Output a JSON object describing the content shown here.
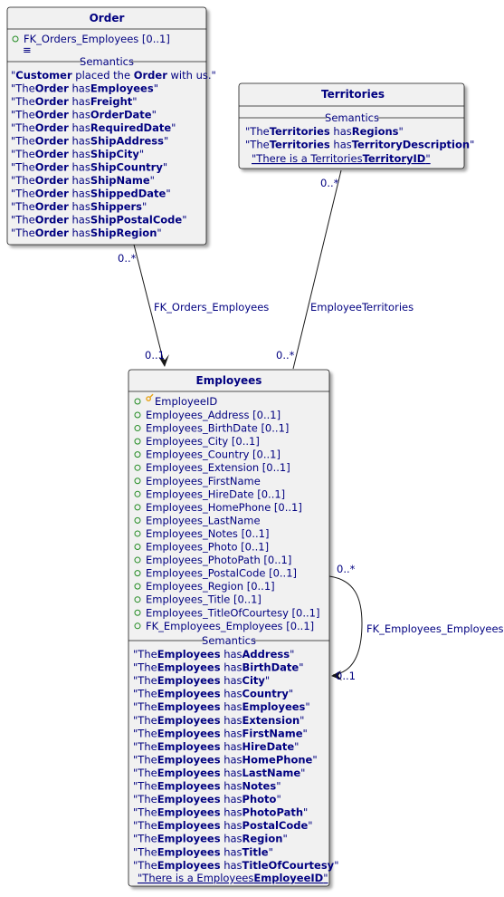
{
  "colors": {
    "entity_fill": "#F1F1F1",
    "entity_stroke": "#181818",
    "text": "#000080",
    "edge": "#181818",
    "key_icon": "#E8A317",
    "field_circle": "#228B22"
  },
  "entities": {
    "order": {
      "title": "Order",
      "fields": [
        "FK_Orders_Employees [0..1]"
      ],
      "separator_glyph": "≡",
      "semantics_label": "Semantics",
      "semantics": [
        [
          {
            "t": "\"",
            "b": false
          },
          {
            "t": "Customer",
            "b": true
          },
          {
            "t": " placed the ",
            "b": false
          },
          {
            "t": "Order",
            "b": true
          },
          {
            "t": " with us.\"",
            "b": false
          }
        ],
        [
          {
            "t": "\"The",
            "b": false
          },
          {
            "t": "Order",
            "b": true
          },
          {
            "t": " has",
            "b": false
          },
          {
            "t": "Employees",
            "b": true
          },
          {
            "t": "\"",
            "b": false
          }
        ],
        [
          {
            "t": "\"The",
            "b": false
          },
          {
            "t": "Order",
            "b": true
          },
          {
            "t": " has",
            "b": false
          },
          {
            "t": "Freight",
            "b": true
          },
          {
            "t": "\"",
            "b": false
          }
        ],
        [
          {
            "t": "\"The",
            "b": false
          },
          {
            "t": "Order",
            "b": true
          },
          {
            "t": " has",
            "b": false
          },
          {
            "t": "OrderDate",
            "b": true
          },
          {
            "t": "\"",
            "b": false
          }
        ],
        [
          {
            "t": "\"The",
            "b": false
          },
          {
            "t": "Order",
            "b": true
          },
          {
            "t": " has",
            "b": false
          },
          {
            "t": "RequiredDate",
            "b": true
          },
          {
            "t": "\"",
            "b": false
          }
        ],
        [
          {
            "t": "\"The",
            "b": false
          },
          {
            "t": "Order",
            "b": true
          },
          {
            "t": " has",
            "b": false
          },
          {
            "t": "ShipAddress",
            "b": true
          },
          {
            "t": "\"",
            "b": false
          }
        ],
        [
          {
            "t": "\"The",
            "b": false
          },
          {
            "t": "Order",
            "b": true
          },
          {
            "t": " has",
            "b": false
          },
          {
            "t": "ShipCity",
            "b": true
          },
          {
            "t": "\"",
            "b": false
          }
        ],
        [
          {
            "t": "\"The",
            "b": false
          },
          {
            "t": "Order",
            "b": true
          },
          {
            "t": " has",
            "b": false
          },
          {
            "t": "ShipCountry",
            "b": true
          },
          {
            "t": "\"",
            "b": false
          }
        ],
        [
          {
            "t": "\"The",
            "b": false
          },
          {
            "t": "Order",
            "b": true
          },
          {
            "t": " has",
            "b": false
          },
          {
            "t": "ShipName",
            "b": true
          },
          {
            "t": "\"",
            "b": false
          }
        ],
        [
          {
            "t": "\"The",
            "b": false
          },
          {
            "t": "Order",
            "b": true
          },
          {
            "t": " has",
            "b": false
          },
          {
            "t": "ShippedDate",
            "b": true
          },
          {
            "t": "\"",
            "b": false
          }
        ],
        [
          {
            "t": "\"The",
            "b": false
          },
          {
            "t": "Order",
            "b": true
          },
          {
            "t": " has",
            "b": false
          },
          {
            "t": "Shippers",
            "b": true
          },
          {
            "t": "\"",
            "b": false
          }
        ],
        [
          {
            "t": "\"The",
            "b": false
          },
          {
            "t": "Order",
            "b": true
          },
          {
            "t": " has",
            "b": false
          },
          {
            "t": "ShipPostalCode",
            "b": true
          },
          {
            "t": "\"",
            "b": false
          }
        ],
        [
          {
            "t": "\"The",
            "b": false
          },
          {
            "t": "Order",
            "b": true
          },
          {
            "t": " has",
            "b": false
          },
          {
            "t": "ShipRegion",
            "b": true
          },
          {
            "t": "\"",
            "b": false
          }
        ]
      ]
    },
    "territories": {
      "title": "Territories",
      "semantics_label": "Semantics",
      "semantics": [
        [
          {
            "t": "\"The",
            "b": false
          },
          {
            "t": "Territories",
            "b": true
          },
          {
            "t": " has",
            "b": false
          },
          {
            "t": "Regions",
            "b": true
          },
          {
            "t": "\"",
            "b": false
          }
        ],
        [
          {
            "t": "\"The",
            "b": false
          },
          {
            "t": "Territories",
            "b": true
          },
          {
            "t": " has",
            "b": false
          },
          {
            "t": "TerritoryDescription",
            "b": true
          },
          {
            "t": "\"",
            "b": false
          }
        ]
      ],
      "identity": [
        {
          "t": "\"There is a Territories",
          "b": false
        },
        {
          "t": "TerritoryID",
          "b": true
        },
        {
          "t": "\"",
          "b": false
        }
      ]
    },
    "employees": {
      "title": "Employees",
      "key_field": "EmployeeID",
      "fields": [
        "Employees_Address [0..1]",
        "Employees_BirthDate [0..1]",
        "Employees_City [0..1]",
        "Employees_Country [0..1]",
        "Employees_Extension [0..1]",
        "Employees_FirstName",
        "Employees_HireDate [0..1]",
        "Employees_HomePhone [0..1]",
        "Employees_LastName",
        "Employees_Notes [0..1]",
        "Employees_Photo [0..1]",
        "Employees_PhotoPath [0..1]",
        "Employees_PostalCode [0..1]",
        "Employees_Region [0..1]",
        "Employees_Title [0..1]",
        "Employees_TitleOfCourtesy [0..1]",
        "FK_Employees_Employees [0..1]"
      ],
      "semantics_label": "Semantics",
      "semantics": [
        [
          {
            "t": "\"The",
            "b": false
          },
          {
            "t": "Employees",
            "b": true
          },
          {
            "t": " has",
            "b": false
          },
          {
            "t": "Address",
            "b": true
          },
          {
            "t": "\"",
            "b": false
          }
        ],
        [
          {
            "t": "\"The",
            "b": false
          },
          {
            "t": "Employees",
            "b": true
          },
          {
            "t": " has",
            "b": false
          },
          {
            "t": "BirthDate",
            "b": true
          },
          {
            "t": "\"",
            "b": false
          }
        ],
        [
          {
            "t": "\"The",
            "b": false
          },
          {
            "t": "Employees",
            "b": true
          },
          {
            "t": " has",
            "b": false
          },
          {
            "t": "City",
            "b": true
          },
          {
            "t": "\"",
            "b": false
          }
        ],
        [
          {
            "t": "\"The",
            "b": false
          },
          {
            "t": "Employees",
            "b": true
          },
          {
            "t": " has",
            "b": false
          },
          {
            "t": "Country",
            "b": true
          },
          {
            "t": "\"",
            "b": false
          }
        ],
        [
          {
            "t": "\"The",
            "b": false
          },
          {
            "t": "Employees",
            "b": true
          },
          {
            "t": " has",
            "b": false
          },
          {
            "t": "Employees",
            "b": true
          },
          {
            "t": "\"",
            "b": false
          }
        ],
        [
          {
            "t": "\"The",
            "b": false
          },
          {
            "t": "Employees",
            "b": true
          },
          {
            "t": " has",
            "b": false
          },
          {
            "t": "Extension",
            "b": true
          },
          {
            "t": "\"",
            "b": false
          }
        ],
        [
          {
            "t": "\"The",
            "b": false
          },
          {
            "t": "Employees",
            "b": true
          },
          {
            "t": " has",
            "b": false
          },
          {
            "t": "FirstName",
            "b": true
          },
          {
            "t": "\"",
            "b": false
          }
        ],
        [
          {
            "t": "\"The",
            "b": false
          },
          {
            "t": "Employees",
            "b": true
          },
          {
            "t": " has",
            "b": false
          },
          {
            "t": "HireDate",
            "b": true
          },
          {
            "t": "\"",
            "b": false
          }
        ],
        [
          {
            "t": "\"The",
            "b": false
          },
          {
            "t": "Employees",
            "b": true
          },
          {
            "t": " has",
            "b": false
          },
          {
            "t": "HomePhone",
            "b": true
          },
          {
            "t": "\"",
            "b": false
          }
        ],
        [
          {
            "t": "\"The",
            "b": false
          },
          {
            "t": "Employees",
            "b": true
          },
          {
            "t": " has",
            "b": false
          },
          {
            "t": "LastName",
            "b": true
          },
          {
            "t": "\"",
            "b": false
          }
        ],
        [
          {
            "t": "\"The",
            "b": false
          },
          {
            "t": "Employees",
            "b": true
          },
          {
            "t": " has",
            "b": false
          },
          {
            "t": "Notes",
            "b": true
          },
          {
            "t": "\"",
            "b": false
          }
        ],
        [
          {
            "t": "\"The",
            "b": false
          },
          {
            "t": "Employees",
            "b": true
          },
          {
            "t": " has",
            "b": false
          },
          {
            "t": "Photo",
            "b": true
          },
          {
            "t": "\"",
            "b": false
          }
        ],
        [
          {
            "t": "\"The",
            "b": false
          },
          {
            "t": "Employees",
            "b": true
          },
          {
            "t": " has",
            "b": false
          },
          {
            "t": "PhotoPath",
            "b": true
          },
          {
            "t": "\"",
            "b": false
          }
        ],
        [
          {
            "t": "\"The",
            "b": false
          },
          {
            "t": "Employees",
            "b": true
          },
          {
            "t": " has",
            "b": false
          },
          {
            "t": "PostalCode",
            "b": true
          },
          {
            "t": "\"",
            "b": false
          }
        ],
        [
          {
            "t": "\"The",
            "b": false
          },
          {
            "t": "Employees",
            "b": true
          },
          {
            "t": " has",
            "b": false
          },
          {
            "t": "Region",
            "b": true
          },
          {
            "t": "\"",
            "b": false
          }
        ],
        [
          {
            "t": "\"The",
            "b": false
          },
          {
            "t": "Employees",
            "b": true
          },
          {
            "t": " has",
            "b": false
          },
          {
            "t": "Title",
            "b": true
          },
          {
            "t": "\"",
            "b": false
          }
        ],
        [
          {
            "t": "\"The",
            "b": false
          },
          {
            "t": "Employees",
            "b": true
          },
          {
            "t": " has",
            "b": false
          },
          {
            "t": "TitleOfCourtesy",
            "b": true
          },
          {
            "t": "\"",
            "b": false
          }
        ]
      ],
      "identity": [
        {
          "t": "\"There is a Employees",
          "b": false
        },
        {
          "t": "EmployeeID",
          "b": true
        },
        {
          "t": "\"",
          "b": false
        }
      ]
    }
  },
  "relations": {
    "fk_orders_employees": {
      "label": "FK_Orders_Employees",
      "from_mult": "0..*",
      "to_mult": "0..1"
    },
    "employee_territories": {
      "label": "EmployeeTerritories",
      "from_mult": "0..*",
      "to_mult": "0..*"
    },
    "fk_employees_employees": {
      "label": "FK_Employees_Employees",
      "from_mult": "0..*",
      "to_mult": "0..1"
    }
  }
}
